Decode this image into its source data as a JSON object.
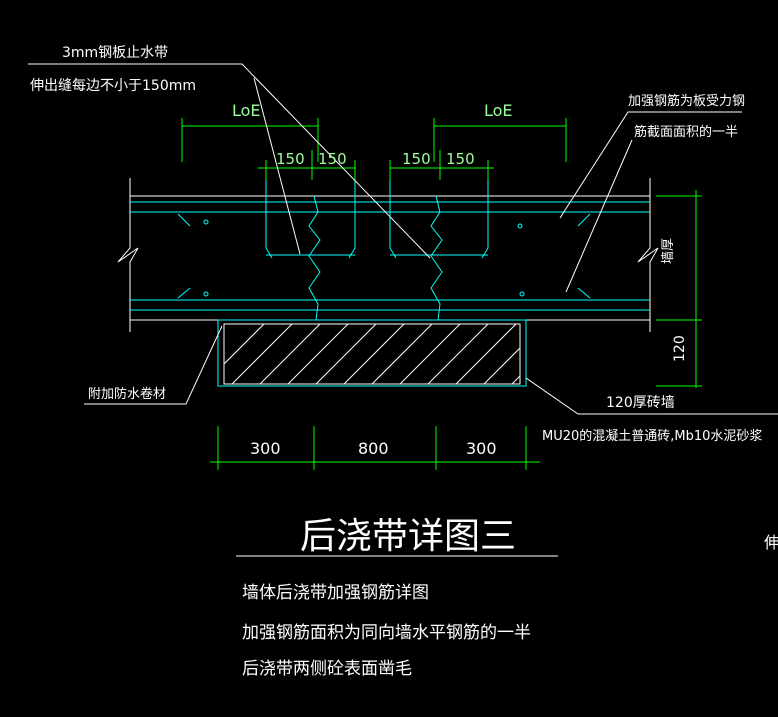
{
  "title": "后浇带详图三",
  "callouts": {
    "waterstop_line1": "3mm钢板止水带",
    "waterstop_line2": "伸出缝每边不小于150mm",
    "rebar_line1": "加强钢筋为板受力钢",
    "rebar_line2": "筋截面面积的一半",
    "membrane": "附加防水卷材",
    "brick_wall": "120厚砖墙",
    "brick_spec": "MU20的混凝土普通砖,Mb10水泥砂浆"
  },
  "dimensions": {
    "loe_left": "LoE",
    "loe_right": "LoE",
    "d150_1": "150",
    "d150_2": "150",
    "d150_3": "150",
    "d150_4": "150",
    "wall_thick": "墙厚",
    "d120": "120",
    "bottom_300_left": "300",
    "bottom_800": "800",
    "bottom_300_right": "300"
  },
  "notes": [
    "墙体后浇带加强钢筋详图",
    "加强钢筋面积为同向墙水平钢筋的一半",
    "后浇带两侧砼表面凿毛"
  ],
  "edge_fragment": "伸",
  "colors": {
    "background": "#000000",
    "text": "#ffffff",
    "dimension": "#00ff00",
    "rebar": "#00ffff",
    "structure": "#ffffff"
  }
}
